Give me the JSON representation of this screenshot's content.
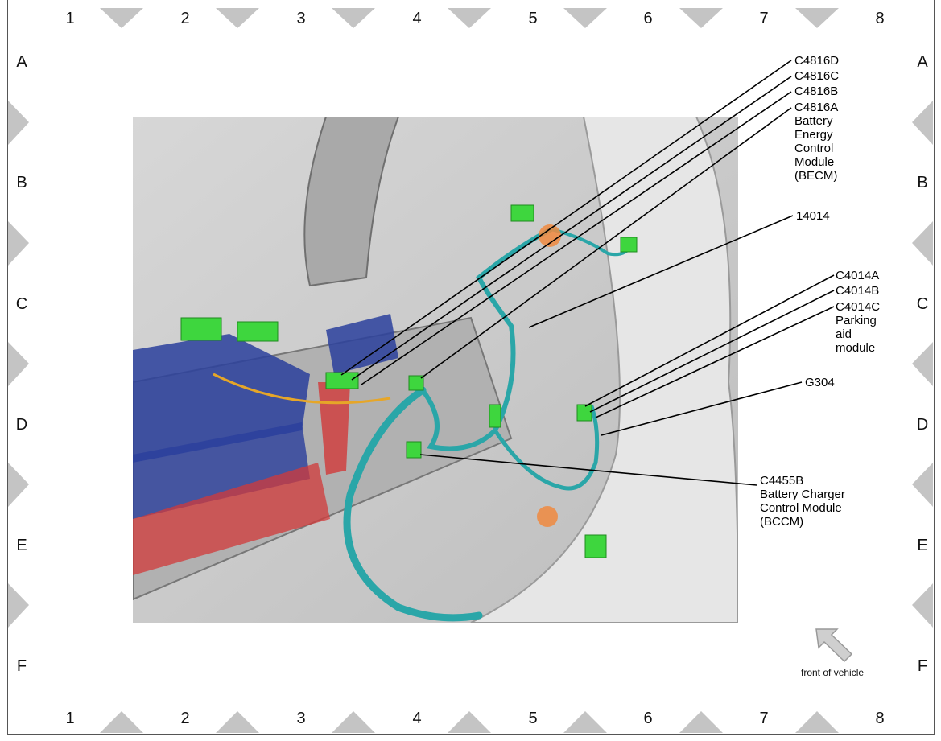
{
  "grid": {
    "columns": [
      "1",
      "2",
      "3",
      "4",
      "5",
      "6",
      "7",
      "8"
    ],
    "rows": [
      "A",
      "B",
      "C",
      "D",
      "E",
      "F"
    ]
  },
  "callouts": {
    "c4816d": "C4816D",
    "c4816c": "C4816C",
    "c4816b": "C4816B",
    "c4816a": "C4816A\nBattery\nEnergy\nControl\nModule\n(BECM)",
    "n14014": "14014",
    "c4014a": "C4014A",
    "c4014b": "C4014B",
    "c4014c": "C4014C\nParking\naid\nmodule",
    "g304": "G304",
    "c4455b": "C4455B\nBattery Charger\nControl Module\n(BCCM)"
  },
  "orientation": {
    "label": "front of vehicle",
    "arrow_icon": "up-left-arrow-icon"
  },
  "colors": {
    "battery_blue": "#2a3f9c",
    "battery_red": "#d23a3a",
    "harness_teal": "#2aa6a8",
    "connector_green": "#3ed63e",
    "grommet_orange": "#f08a40",
    "body_gray": "#c9c9c9",
    "marker_gray": "#c4c4c4"
  }
}
